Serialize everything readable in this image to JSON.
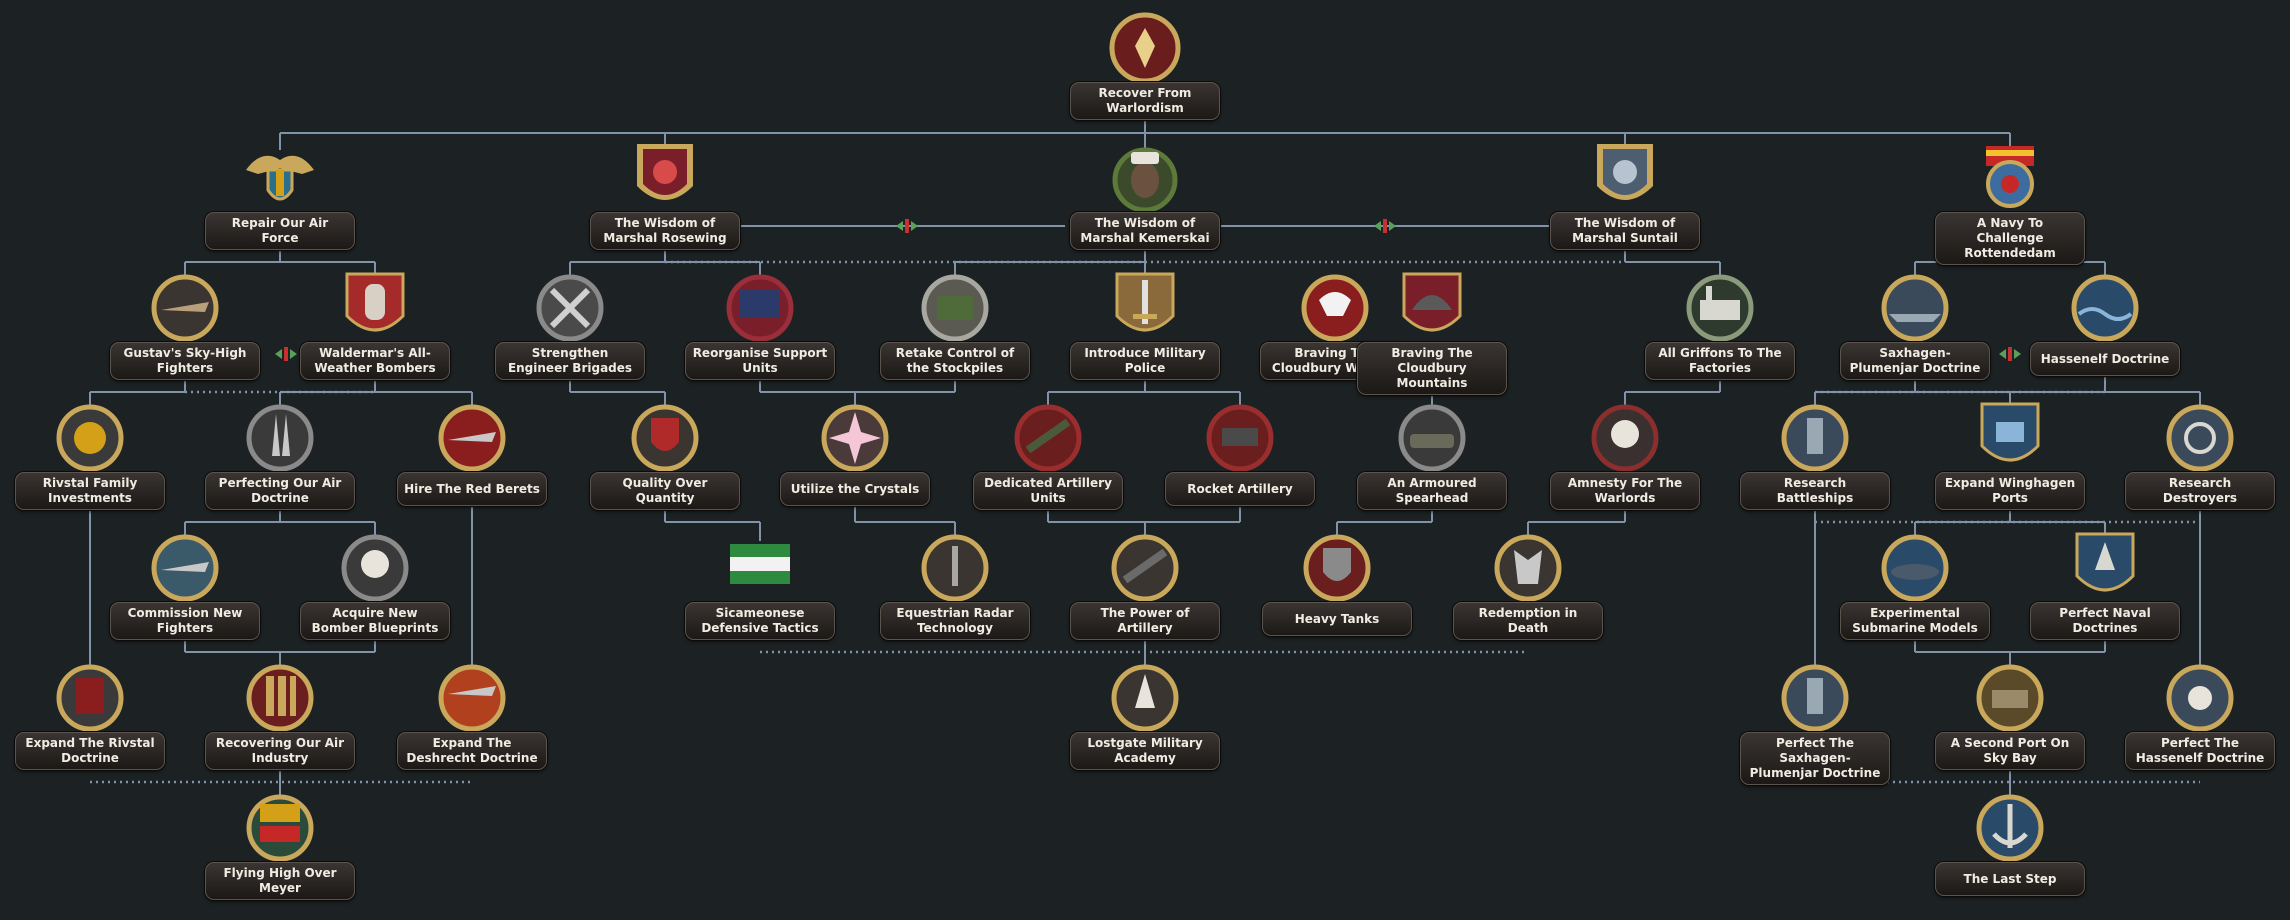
{
  "tree": {
    "mutually_exclusive_icon": "exclusive-marker-icon",
    "colors": {
      "background": "#1c2224",
      "connector": "#8193a8",
      "label_bg": "#2b2725",
      "label_text": "#f1ece2"
    }
  },
  "focuses": {
    "recover": {
      "label": "Recover From Warlordism",
      "icon": "eagle-crest-icon"
    },
    "repair_air": {
      "label": "Repair Our Air Force",
      "icon": "winged-shield-icon"
    },
    "rosewing": {
      "label": "The Wisdom of Marshal Rosewing",
      "icon": "griffon-portrait-icon"
    },
    "kemerskai": {
      "label": "The Wisdom of Marshal Kemerskai",
      "icon": "marshal-portrait-icon"
    },
    "suntail": {
      "label": "The Wisdom of Marshal Suntail",
      "icon": "griffon-portrait-icon"
    },
    "navy": {
      "label": "A Navy To Challenge Rottendedam",
      "icon": "naval-crest-icon"
    },
    "gustav": {
      "label": "Gustav's Sky-High Fighters",
      "icon": "fighter-plane-icon"
    },
    "waldermar": {
      "label": "Waldermar's All-Weather Bombers",
      "icon": "bombs-icon"
    },
    "engineer": {
      "label": "Strengthen Engineer Brigades",
      "icon": "crossed-tools-icon"
    },
    "support": {
      "label": "Reorganise Support Units",
      "icon": "map-icon"
    },
    "stockpiles": {
      "label": "Retake Control of the Stockpiles",
      "icon": "crates-icon"
    },
    "police": {
      "label": "Introduce Military Police",
      "icon": "sword-icon"
    },
    "winters": {
      "label": "Braving The Cloudbury Winters",
      "icon": "griffon-head-icon"
    },
    "mountains": {
      "label": "Braving The Cloudbury Mountains",
      "icon": "helmet-icon"
    },
    "griffons_factories": {
      "label": "All Griffons To The Factories",
      "icon": "factory-icon"
    },
    "saxhagen": {
      "label": "Saxhagen-Plumenjar Doctrine",
      "icon": "battleship-icon"
    },
    "hassenelf": {
      "label": "Hassenelf Doctrine",
      "icon": "ocean-icon"
    },
    "rivstal_inv": {
      "label": "Rivstal Family Investments",
      "icon": "gold-coin-icon"
    },
    "perfect_air": {
      "label": "Perfecting Our Air Doctrine",
      "icon": "fighters-icon"
    },
    "red_berets": {
      "label": "Hire The Red Berets",
      "icon": "red-plane-icon"
    },
    "quality": {
      "label": "Quality Over Quantity",
      "icon": "shield-icon"
    },
    "crystals": {
      "label": "Utilize the Crystals",
      "icon": "crystal-star-icon"
    },
    "ded_artillery": {
      "label": "Dedicated Artillery Units",
      "icon": "artillery-icon"
    },
    "rocket": {
      "label": "Rocket Artillery",
      "icon": "rocket-launcher-icon"
    },
    "spearhead": {
      "label": "An Armoured Spearhead",
      "icon": "tank-icon"
    },
    "amnesty": {
      "label": "Amnesty For The Warlords",
      "icon": "skull-icon"
    },
    "battleships": {
      "label": "Research Battleships",
      "icon": "battleship-icon"
    },
    "winghagen": {
      "label": "Expand Winghagen Ports",
      "icon": "port-icon"
    },
    "destroyers": {
      "label": "Research Destroyers",
      "icon": "ship-wheel-icon"
    },
    "commission": {
      "label": "Commission New Fighters",
      "icon": "fighter-plane-icon"
    },
    "bomber_bp": {
      "label": "Acquire New Bomber Blueprints",
      "icon": "skull-icon"
    },
    "sicameonese": {
      "label": "Sicameonese Defensive Tactics",
      "icon": "flag-icon"
    },
    "radar": {
      "label": "Equestrian Radar Technology",
      "icon": "radar-icon"
    },
    "power_art": {
      "label": "The Power of Artillery",
      "icon": "artillery-icon"
    },
    "heavy_tanks": {
      "label": "Heavy Tanks",
      "icon": "shield-icon"
    },
    "redemption": {
      "label": "Redemption in Death",
      "icon": "wolf-icon"
    },
    "submarine": {
      "label": "Experimental Submarine Models",
      "icon": "submarine-icon"
    },
    "naval_doct": {
      "label": "Perfect Naval Doctrines",
      "icon": "ship-icon"
    },
    "exp_rivstal": {
      "label": "Expand The Rivstal Doctrine",
      "icon": "red-book-icon"
    },
    "recov_air": {
      "label": "Recovering Our Air Industry",
      "icon": "ammunition-icon"
    },
    "deshrecht": {
      "label": "Expand The Deshrecht Doctrine",
      "icon": "burning-plane-icon"
    },
    "lostgate": {
      "label": "Lostgate Military Academy",
      "icon": "lamp-icon"
    },
    "perf_saxhagen": {
      "label": "Perfect The Saxhagen-Plumenjar Doctrine",
      "icon": "battleship-icon"
    },
    "sky_bay": {
      "label": "A Second Port On Sky Bay",
      "icon": "port-icon"
    },
    "perf_hassenelf": {
      "label": "Perfect The Hassenelf Doctrine",
      "icon": "skull-plane-icon"
    },
    "flying_high": {
      "label": "Flying High Over Meyer",
      "icon": "flag-tank-icon"
    },
    "last_step": {
      "label": "The Last Step",
      "icon": "anchor-icon"
    }
  }
}
